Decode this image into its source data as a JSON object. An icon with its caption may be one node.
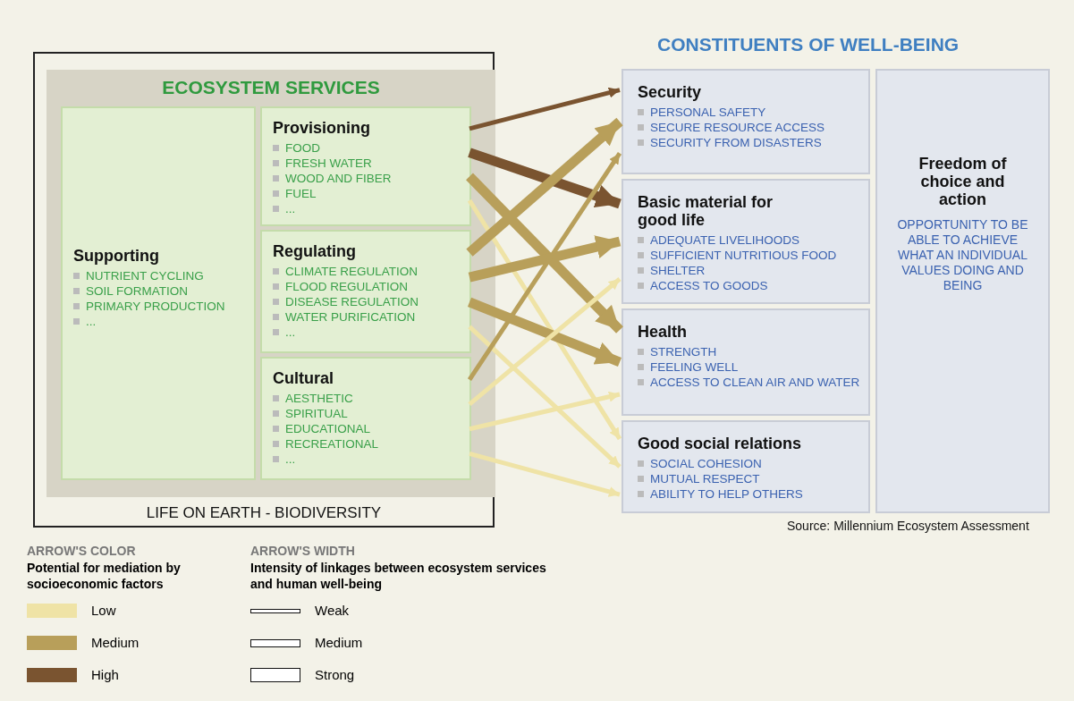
{
  "diagram": {
    "caption": "Source: Millennium Ecosystem Assessment",
    "nodes": [
      {
        "text": [
          "LIFE ON EARTH - BIODIVERSITY"
        ]
      },
      {
        "text": [
          "ECOSYSTEM SERVICES"
        ],
        "in": 0
      },
      {
        "text": [
          "Supporting",
          "NUTRIENT CYCLING",
          "SOIL FORMATION",
          "PRIMARY PRODUCTION",
          "..."
        ],
        "in": 1
      },
      {
        "text": [
          "Provisioning",
          "FOOD",
          "FRESH WATER",
          "WOOD AND FIBER",
          "FUEL",
          "..."
        ],
        "in": 1
      },
      {
        "text": [
          "Regulating",
          "CLIMATE REGULATION",
          "FLOOD REGULATION",
          "DISEASE REGULATION",
          "WATER PURIFICATION",
          "..."
        ],
        "in": 1
      },
      {
        "text": [
          "Cultural",
          "AESTHETIC",
          "SPIRITUAL",
          "EDUCATIONAL",
          "RECREATIONAL",
          "..."
        ],
        "in": 1
      },
      {
        "text": [
          "Security",
          "PERSONAL SAFETY",
          "SECURE RESOURCE ACCESS",
          "SECURITY FROM DISASTERS"
        ]
      },
      {
        "text": [
          "Basic material for good life",
          "ADEQUATE LIVELIHOODS",
          "SUFFICIENT NUTRITIOUS FOOD",
          "SHELTER",
          "ACCESS TO GOODS"
        ]
      },
      {
        "text": [
          "Health",
          "STRENGTH",
          "FEELING WELL",
          "ACCESS TO CLEAN AIR AND WATER"
        ]
      },
      {
        "text": [
          "Good social relations",
          "SOCIAL COHESION",
          "MUTUAL RESPECT",
          "ABILITY TO HELP OTHERS"
        ]
      },
      {
        "text": [
          "Freedom of choice and action",
          "OPPORTUNITY TO BE ABLE TO ACHIEVE WHAT AN INDIVIDUAL VALUES DOING AND BEING"
        ]
      }
    ],
    "edges": [
      {
        "from": 3,
        "to": 6,
        "arrow": "to",
        "color": "#7a5430"
      },
      {
        "from": 3,
        "to": 7,
        "arrow": "to",
        "style": "thick",
        "color": "#7a5430"
      },
      {
        "from": 3,
        "to": 8,
        "arrow": "to",
        "style": "thick",
        "color": "#b89f5a"
      },
      {
        "from": 3,
        "to": 9,
        "arrow": "to",
        "color": "#efe3a6"
      },
      {
        "from": 4,
        "to": 6,
        "arrow": "to",
        "style": "thick",
        "color": "#b89f5a"
      },
      {
        "from": 4,
        "to": 7,
        "arrow": "to",
        "style": "thick",
        "color": "#b89f5a"
      },
      {
        "from": 4,
        "to": 8,
        "arrow": "to",
        "style": "thick",
        "color": "#b89f5a"
      },
      {
        "from": 4,
        "to": 9,
        "arrow": "to",
        "color": "#efe3a6"
      },
      {
        "from": 5,
        "to": 6,
        "arrow": "to",
        "color": "#b89f5a"
      },
      {
        "from": 5,
        "to": 7,
        "arrow": "to",
        "color": "#efe3a6"
      },
      {
        "from": 5,
        "to": 8,
        "arrow": "to",
        "color": "#efe3a6"
      },
      {
        "from": 5,
        "to": 9,
        "arrow": "to",
        "color": "#efe3a6"
      }
    ],
    "labels": [
      "CONSTITUENTS OF WELL-BEING",
      "ARROW'S COLOR",
      "Potential for mediation by socioeconomic factors",
      "ARROW'S WIDTH",
      "Intensity of linkages between ecosystem services and human well-being"
    ],
    "legend": [
      {
        "text": "Low",
        "color": "#efe3a6"
      },
      {
        "text": "Medium",
        "color": "#b89f5a"
      },
      {
        "text": "High",
        "color": "#7a5430"
      },
      {
        "text": "Weak"
      },
      {
        "text": "Medium"
      },
      {
        "text": "Strong"
      }
    ]
  }
}
